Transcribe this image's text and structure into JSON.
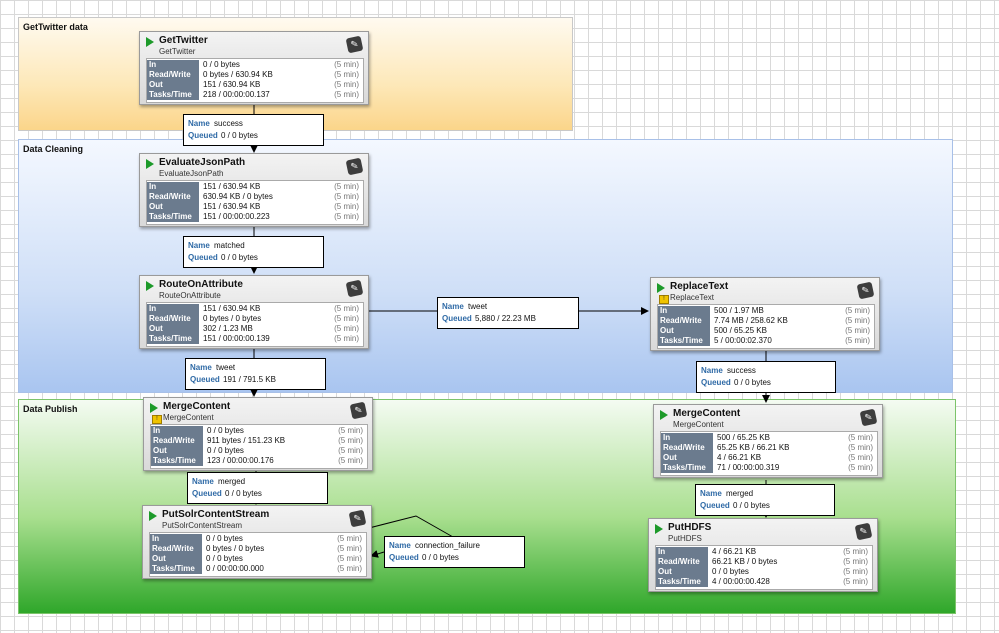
{
  "groups": {
    "g1": "GetTwitter data",
    "g2": "Data Cleaning",
    "g3": "Data Publish"
  },
  "stat_labels": {
    "in": "In",
    "rw": "Read/Write",
    "out": "Out",
    "tasks": "Tasks/Time"
  },
  "period": "(5 min)",
  "conn_labels": {
    "name": "Name",
    "queued": "Queued"
  },
  "processors": {
    "gettwitter": {
      "name": "GetTwitter",
      "type": "GetTwitter",
      "in": "0 / 0 bytes",
      "rw": "0 bytes / 630.94 KB",
      "out": "151 / 630.94 KB",
      "tasks": "218 / 00:00:00.137"
    },
    "evaluatejson": {
      "name": "EvaluateJsonPath",
      "type": "EvaluateJsonPath",
      "in": "151 / 630.94 KB",
      "rw": "630.94 KB / 0 bytes",
      "out": "151 / 630.94 KB",
      "tasks": "151 / 00:00:00.223"
    },
    "routeonattr": {
      "name": "RouteOnAttribute",
      "type": "RouteOnAttribute",
      "in": "151 / 630.94 KB",
      "rw": "0 bytes / 0 bytes",
      "out": "302 / 1.23 MB",
      "tasks": "151 / 00:00:00.139"
    },
    "replacetext": {
      "name": "ReplaceText",
      "type": "ReplaceText",
      "in": "500 / 1.97 MB",
      "rw": "7.74 MB / 258.62 KB",
      "out": "500 / 65.25 KB",
      "tasks": "5 / 00:00:02.370"
    },
    "mergeleft": {
      "name": "MergeContent",
      "type": "MergeContent",
      "in": "0 / 0 bytes",
      "rw": "911 bytes / 151.23 KB",
      "out": "0 / 0 bytes",
      "tasks": "123 / 00:00:00.176"
    },
    "mergeright": {
      "name": "MergeContent",
      "type": "MergeContent",
      "in": "500 / 65.25 KB",
      "rw": "65.25 KB / 66.21 KB",
      "out": "4 / 66.21 KB",
      "tasks": "71 / 00:00:00.319"
    },
    "putsolr": {
      "name": "PutSolrContentStream",
      "type": "PutSolrContentStream",
      "in": "0 / 0 bytes",
      "rw": "0 bytes / 0 bytes",
      "out": "0 / 0 bytes",
      "tasks": "0 / 00:00:00.000"
    },
    "puthdfs": {
      "name": "PutHDFS",
      "type": "PutHDFS",
      "in": "4 / 66.21 KB",
      "rw": "66.21 KB / 0 bytes",
      "out": "0 / 0 bytes",
      "tasks": "4 / 00:00:00.428"
    }
  },
  "connections": {
    "c1": {
      "name": "success",
      "queued": "0 / 0 bytes"
    },
    "c2": {
      "name": "matched",
      "queued": "0 / 0 bytes"
    },
    "c3": {
      "name": "tweet",
      "queued": "5,880 / 22.23 MB"
    },
    "c4": {
      "name": "tweet",
      "queued": "191 / 791.5 KB"
    },
    "c5": {
      "name": "success",
      "queued": "0 / 0 bytes"
    },
    "c6": {
      "name": "merged",
      "queued": "0 / 0 bytes"
    },
    "c7": {
      "name": "merged",
      "queued": "0 / 0 bytes"
    },
    "c8": {
      "name": "connection_failure",
      "queued": "0 / 0 bytes"
    }
  },
  "icons": {
    "play": "play-icon",
    "processor": "processor-icon",
    "warning": "warning-icon"
  }
}
